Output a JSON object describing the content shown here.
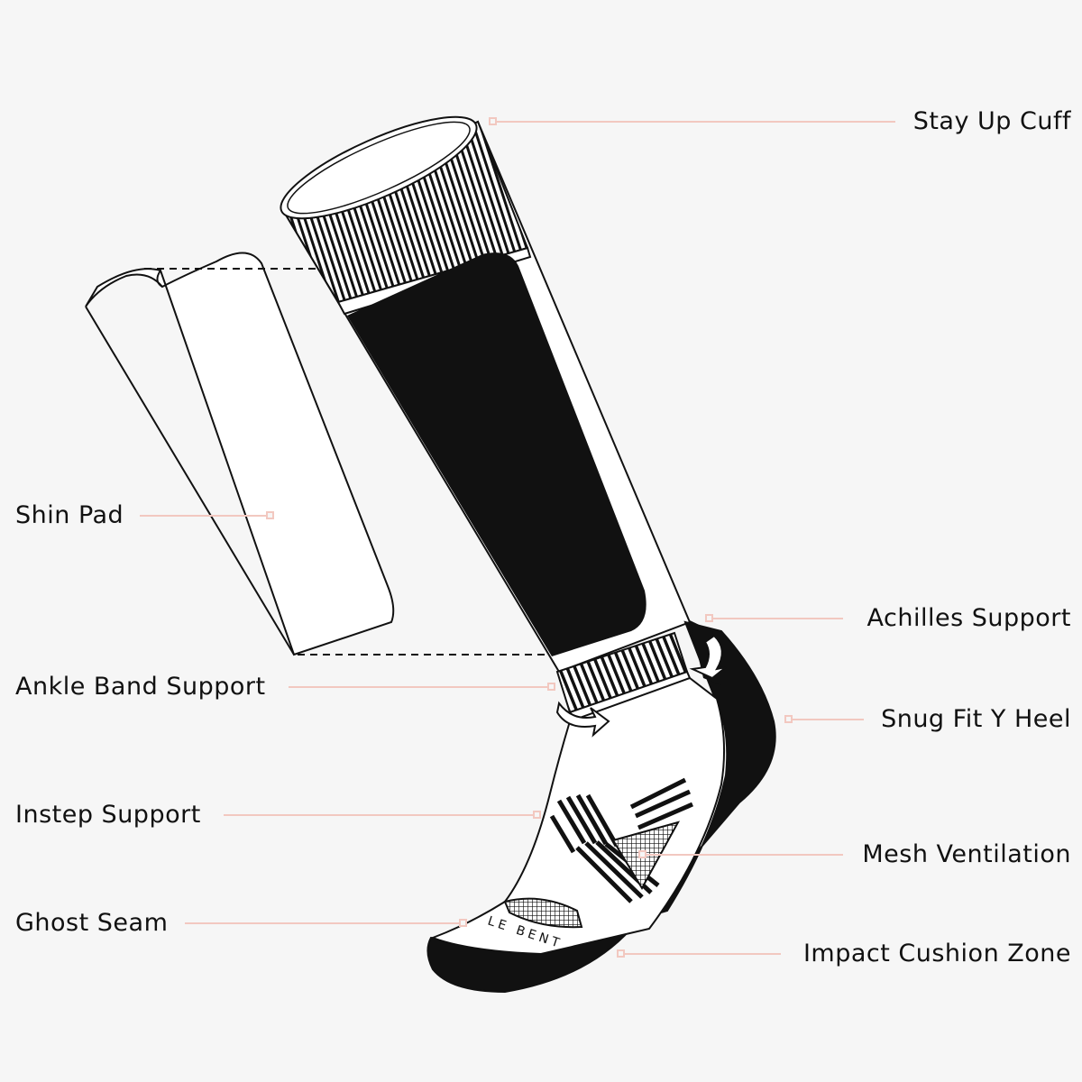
{
  "colors": {
    "background": "#f6f6f6",
    "ink": "#111111",
    "leader": "#f2c8c0",
    "fill": "#ffffff"
  },
  "brand": "LE BENT",
  "labels": {
    "stay_up_cuff": "Stay Up Cuff",
    "shin_pad": "Shin Pad",
    "achilles_support": "Achilles Support",
    "ankle_band_support": "Ankle Band Support",
    "snug_fit_y_heel": "Snug Fit Y Heel",
    "instep_support": "Instep Support",
    "mesh_ventilation": "Mesh Ventilation",
    "ghost_seam": "Ghost Seam",
    "impact_cushion_zone": "Impact Cushion Zone"
  }
}
